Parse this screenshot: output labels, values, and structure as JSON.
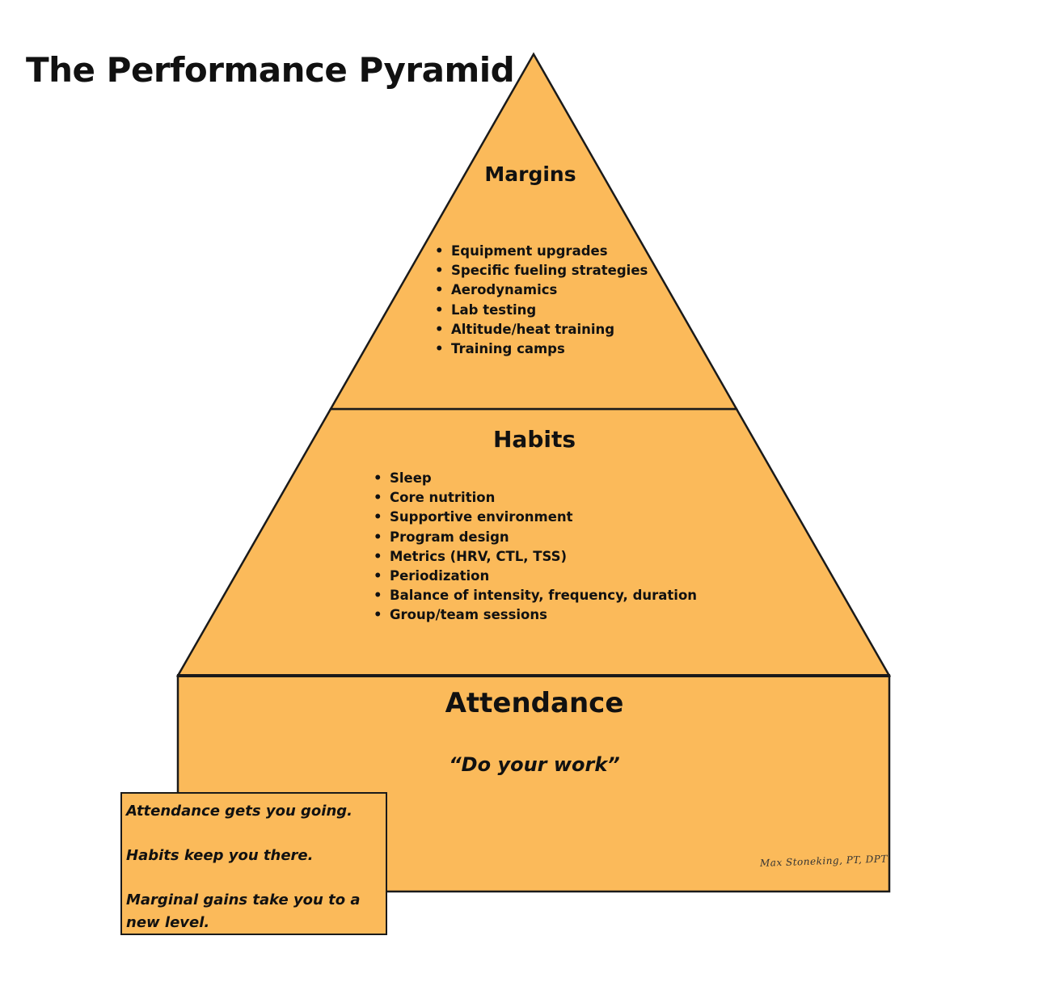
{
  "title": "The Performance Pyramid",
  "colors": {
    "fill": "#fbba5a",
    "stroke": "#1a1a1a"
  },
  "tiers": {
    "margins": {
      "heading": "Margins",
      "items": [
        "Equipment upgrades",
        "Specific fueling strategies",
        "Aerodynamics",
        "Lab testing",
        "Altitude/heat training",
        "Training camps"
      ]
    },
    "habits": {
      "heading": "Habits",
      "items": [
        "Sleep",
        "Core nutrition",
        "Supportive environment",
        "Program design",
        "Metrics (HRV, CTL, TSS)",
        "Periodization",
        "Balance of intensity, frequency, duration",
        "Group/team sessions"
      ]
    },
    "attendance": {
      "heading": "Attendance",
      "quote": "“Do your work”"
    }
  },
  "note": {
    "line1": "Attendance gets you going.",
    "line2": "Habits keep you there.",
    "line3a": "Marginal gains take you to a",
    "line3b": "new level."
  },
  "signature": "Max Stoneking, PT, DPT"
}
